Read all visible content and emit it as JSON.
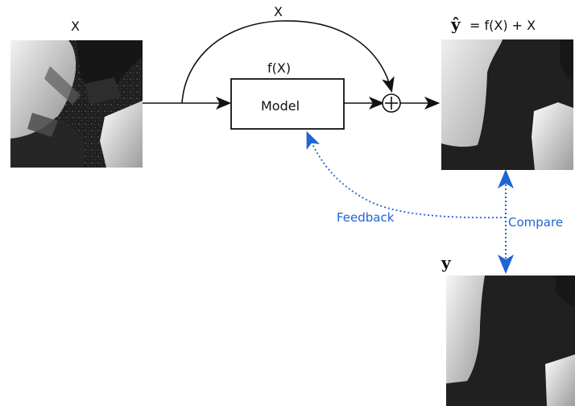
{
  "labels": {
    "input_x": "X",
    "skip_x": "X",
    "model_output": "f(X)",
    "model": "Model",
    "sum_symbol": "+",
    "prediction_symbol": "ŷ",
    "prediction_formula": "= f(X) + X",
    "target_symbol": "y",
    "feedback": "Feedback",
    "compare": "Compare"
  },
  "colors": {
    "line": "#111111",
    "feedback": "#1f63d6",
    "image_dark": "#202020",
    "image_light": "#dcdcdc"
  },
  "icons": {
    "sum": "circle-plus-icon"
  }
}
